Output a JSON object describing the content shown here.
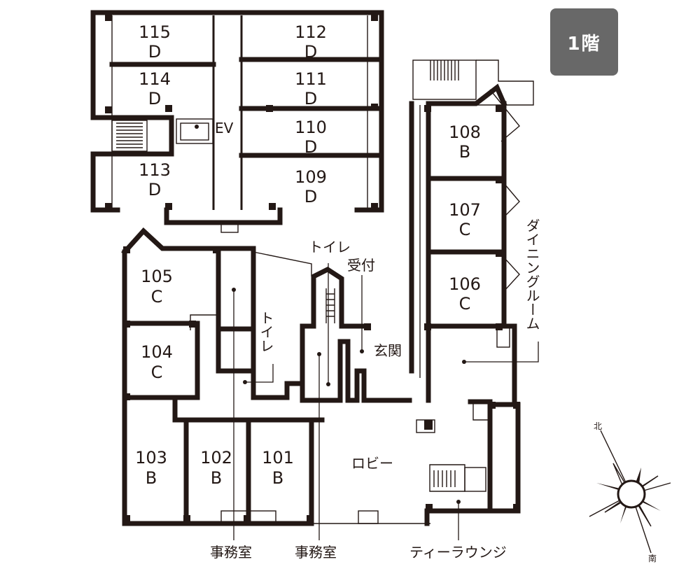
{
  "floor_label": "1階",
  "upper_wing": {
    "rooms": [
      {
        "number": "115",
        "type": "D"
      },
      {
        "number": "114",
        "type": "D"
      },
      {
        "number": "113",
        "type": "D"
      },
      {
        "number": "112",
        "type": "D"
      },
      {
        "number": "111",
        "type": "D"
      },
      {
        "number": "110",
        "type": "D"
      },
      {
        "number": "109",
        "type": "D"
      }
    ],
    "elevator": "EV"
  },
  "east_wing": {
    "rooms": [
      {
        "number": "108",
        "type": "B"
      },
      {
        "number": "107",
        "type": "C"
      },
      {
        "number": "106",
        "type": "C"
      }
    ]
  },
  "west_wing": {
    "rooms": [
      {
        "number": "105",
        "type": "C"
      },
      {
        "number": "104",
        "type": "C"
      },
      {
        "number": "103",
        "type": "B"
      },
      {
        "number": "102",
        "type": "B"
      },
      {
        "number": "101",
        "type": "B"
      }
    ]
  },
  "areas": {
    "toilet_upper": "トイレ",
    "reception": "受付",
    "toilet_left": "トイレ",
    "entrance": "玄関",
    "dining": "ダイニングルーム",
    "lobby": "ロビー",
    "office_1": "事務室",
    "office_2": "事務室",
    "tea_lounge": "ティーラウンジ"
  },
  "compass": {
    "north": "北",
    "south": "南"
  }
}
